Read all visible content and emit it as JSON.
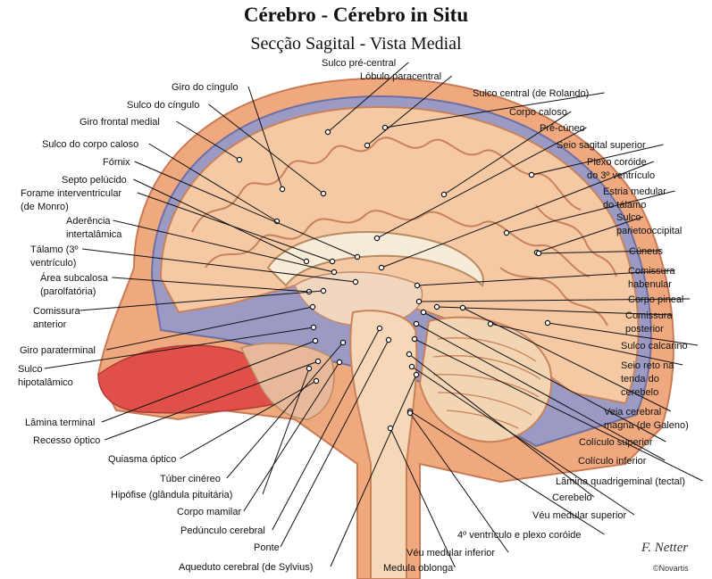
{
  "title": "Cérebro - Cérebro in Situ",
  "subtitle": "Secção Sagital - Vista Medial",
  "labels": {
    "sulco_pre_central": "Sulco pré-central",
    "lobulo_paracentral": "Lóbulo paracentral",
    "giro_cingulo": "Giro do cíngulo",
    "sulco_cingulo": "Sulco do cíngulo",
    "sulco_central": "Sulco central (de Rolando)",
    "giro_frontal_medial": "Giro frontal medial",
    "corpo_caloso": "Corpo caloso",
    "pre_cuneo": "Pré-cúneo",
    "sulco_corpo_caloso": "Sulco do corpo caloso",
    "seio_sagital_superior": "Seio sagital superior",
    "fornix": "Fórnix",
    "plexo_coroide_1": "Plexo coróide",
    "plexo_coroide_2": "do 3º ventrículo",
    "septo_pelucido": "Septo pelúcido",
    "estria_medular_1": "Estria medular",
    "estria_medular_2": "do tálamo",
    "forame_1": "Forame interventricular",
    "forame_2": "(de Monro)",
    "sulco_parieto_1": "Sulco",
    "sulco_parieto_2": "parietooccipital",
    "aderencia_1": "Aderência",
    "aderencia_2": "intertalâmica",
    "cuneus": "Cúneus",
    "talamo_1": "Tálamo (3º",
    "talamo_2": "ventrículo)",
    "comissura_habenular_1": "Comissura",
    "comissura_habenular_2": "habenular",
    "area_subcalosa_1": "Área subcalosa",
    "area_subcalosa_2": "(parolfatória)",
    "corpo_pineal": "Corpo pineal",
    "comissura_anterior_1": "Comissura",
    "comissura_anterior_2": "anterior",
    "comissura_posterior_1": "Comissura",
    "comissura_posterior_2": "posterior",
    "giro_paraterminal": "Giro paraterminal",
    "sulco_calcarino": "Sulco calcarino",
    "sulco_hipotalamico_1": "Sulco",
    "sulco_hipotalamico_2": "hipotalâmico",
    "seio_reto_1": "Seio reto na",
    "seio_reto_2": "tenda do",
    "seio_reto_3": "cerebelo",
    "lamina_terminal": "Lâmina terminal",
    "veia_cerebral_1": "Veia cerebral",
    "veia_cerebral_2": "magna (de Galeno)",
    "recesso_optico": "Recesso óptico",
    "coliculo_superior": "Colículo superior",
    "quiasma_optico": "Quiasma óptico",
    "coliculo_inferior": "Colículo inferior",
    "tuber_cinereo": "Túber cinéreo",
    "lamina_quadrigeminal": "Lâmina quadrigeminal (tectal)",
    "hipofise": "Hipófise (glândula pituitária)",
    "cerebelo": "Cerebelo",
    "corpo_mamilar": "Corpo mamilar",
    "veu_medular_superior": "Véu medular superior",
    "pedunculo_cerebral": "Pedúnculo cerebral",
    "quarto_ventriculo": "4º ventrículo e plexo coróide",
    "ponte": "Ponte",
    "veu_medular_inferior": "Véu medular inferior",
    "aqueduto": "Aqueduto cerebral (de Sylvius)",
    "medula_oblonga": "Medula oblonga"
  },
  "signature": "F. Netter",
  "copyright": "©Novartis",
  "colors": {
    "cortex": "#f4c9a4",
    "sulcus": "#c8825a",
    "white_matter": "#f2e3c8",
    "skull": "#f0a97f",
    "dura": "#8888b8",
    "nasal": "#e05048",
    "spinal": "#f6d8b8"
  }
}
